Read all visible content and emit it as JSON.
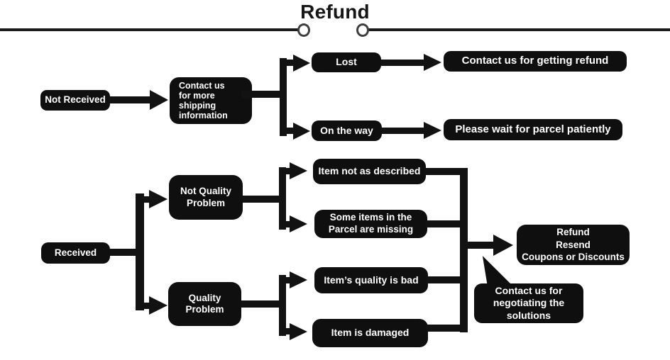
{
  "title": "Refund",
  "colors": {
    "box_fill": "#0f0f0f",
    "box_text": "#ffffff",
    "line": "#121212",
    "divider": "#1c1c1c",
    "background": "#ffffff"
  },
  "nodes": {
    "not_received": {
      "label": "Not Received"
    },
    "contact_shipping": {
      "label": "Contact us\nfor more\nshipping\ninformation"
    },
    "lost": {
      "label": "Lost"
    },
    "on_the_way": {
      "label": "On the way"
    },
    "contact_refund": {
      "label": "Contact us for getting refund"
    },
    "please_wait": {
      "label": "Please wait for parcel patiently"
    },
    "received": {
      "label": "Received"
    },
    "not_quality_problem": {
      "label": "Not Quality\nProblem"
    },
    "quality_problem": {
      "label": "Quality\nProblem"
    },
    "item_not_described": {
      "label": "Item not as described"
    },
    "items_missing": {
      "label": "Some items in the\nParcel are missing"
    },
    "quality_bad": {
      "label": "Item’s quality is bad"
    },
    "item_damaged": {
      "label": "Item is damaged"
    },
    "refund_resend": {
      "label": "Refund\nResend\nCoupons or Discounts"
    },
    "negotiate_bubble": {
      "label": "Contact us for\nnegotiating the\nsolutions"
    }
  },
  "edges": [
    "Not Received -> Contact us for more shipping information",
    "Contact us for more shipping information -> Lost",
    "Contact us for more shipping information -> On the way",
    "Lost -> Contact us for getting refund",
    "On the way -> Please wait for parcel patiently",
    "Received -> Not Quality Problem",
    "Received -> Quality Problem",
    "Not Quality Problem -> Item not as described",
    "Not Quality Problem -> Some items in the Parcel are missing",
    "Quality Problem -> Item's quality is bad",
    "Quality Problem -> Item is damaged",
    "Item not as described, Some items in the Parcel are missing, Item's quality is bad, Item is damaged -> Refund Resend Coupons or Discounts"
  ]
}
